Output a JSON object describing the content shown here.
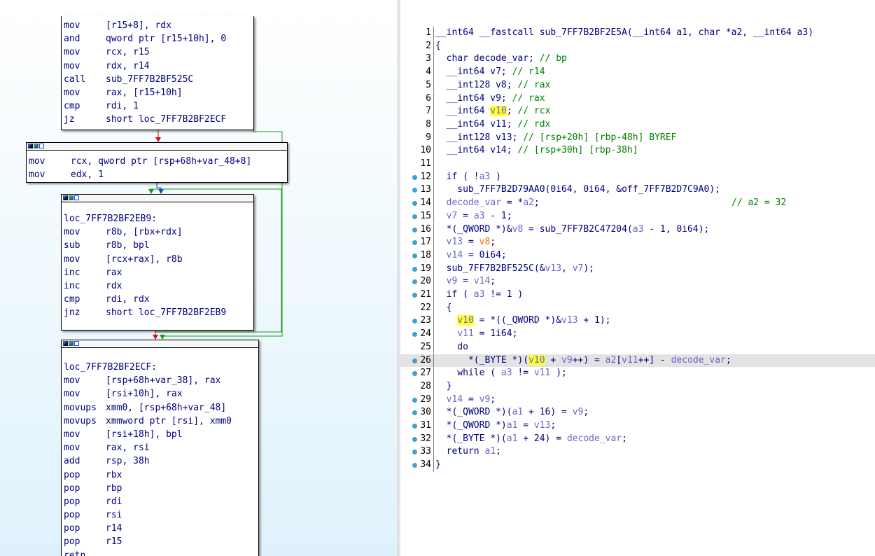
{
  "graph": {
    "node1": {
      "lines": [
        {
          "mn": "mov",
          "op": "[r15+8], rdx"
        },
        {
          "mn": "and",
          "op": "qword ptr [r15+10h], 0"
        },
        {
          "mn": "mov",
          "op": "rcx, r15"
        },
        {
          "mn": "mov",
          "op": "rdx, r14"
        },
        {
          "mn": "call",
          "op": "sub_7FF7B2BF525C"
        },
        {
          "mn": "mov",
          "op": "rax, [r15+10h]"
        },
        {
          "mn": "cmp",
          "op": "rdi, 1"
        },
        {
          "mn": "jz",
          "op": "short loc_7FF7B2BF2ECF"
        }
      ]
    },
    "node2": {
      "lines": [
        {
          "mn": "mov",
          "op": "rcx, qword ptr [rsp+68h+var_48+8]"
        },
        {
          "mn": "mov",
          "op": "edx, 1"
        }
      ]
    },
    "node3": {
      "label": "loc_7FF7B2BF2EB9:",
      "lines": [
        {
          "mn": "mov",
          "op": "r8b, [rbx+rdx]"
        },
        {
          "mn": "sub",
          "op": "r8b, bpl"
        },
        {
          "mn": "mov",
          "op": "[rcx+rax], r8b"
        },
        {
          "mn": "inc",
          "op": "rax"
        },
        {
          "mn": "inc",
          "op": "rdx"
        },
        {
          "mn": "cmp",
          "op": "rdi, rdx"
        },
        {
          "mn": "jnz",
          "op": "short loc_7FF7B2BF2EB9"
        }
      ]
    },
    "node4": {
      "label": "loc_7FF7B2BF2ECF:",
      "lines": [
        {
          "mn": "mov",
          "op": "[rsp+68h+var_38], rax"
        },
        {
          "mn": "mov",
          "op": "[rsi+10h], rax"
        },
        {
          "mn": "movups",
          "op": "xmm0, [rsp+68h+var_48]"
        },
        {
          "mn": "movups",
          "op": "xmmword ptr [rsi], xmm0"
        },
        {
          "mn": "mov",
          "op": "[rsi+18h], bpl"
        },
        {
          "mn": "mov",
          "op": "rax, rsi"
        },
        {
          "mn": "add",
          "op": "rsp, 38h"
        },
        {
          "mn": "pop",
          "op": "rbx"
        },
        {
          "mn": "pop",
          "op": "rbp"
        },
        {
          "mn": "pop",
          "op": "rdi"
        },
        {
          "mn": "pop",
          "op": "rsi"
        },
        {
          "mn": "pop",
          "op": "r14"
        },
        {
          "mn": "pop",
          "op": "r15"
        },
        {
          "mn": "retn",
          "op": ""
        }
      ]
    }
  },
  "pseudocode": {
    "lines": [
      {
        "n": "1",
        "code": "__int64 __fastcall sub_7FF7B2BF2E5A(__int64 a1, char *a2, __int64 a3)",
        "bp": false
      },
      {
        "n": "2",
        "code": "{",
        "bp": false
      },
      {
        "n": "3",
        "code": "  char decode_var; // bp",
        "bp": false
      },
      {
        "n": "4",
        "code": "  __int64 v7; // r14",
        "bp": false
      },
      {
        "n": "5",
        "code": "  __int128 v8; // rax",
        "bp": false
      },
      {
        "n": "6",
        "code": "  __int64 v9; // rax",
        "bp": false
      },
      {
        "n": "7",
        "code": "  __int64 v10; // rcx",
        "bp": false
      },
      {
        "n": "8",
        "code": "  __int64 v11; // rdx",
        "bp": false
      },
      {
        "n": "9",
        "code": "  __int128 v13; // [rsp+20h] [rbp-48h] BYREF",
        "bp": false
      },
      {
        "n": "10",
        "code": "  __int64 v14; // [rsp+30h] [rbp-38h]",
        "bp": false
      },
      {
        "n": "11",
        "code": "",
        "bp": false
      },
      {
        "n": "12",
        "code": "  if ( !a3 )",
        "bp": true
      },
      {
        "n": "13",
        "code": "    sub_7FF7B2D79AA0(0i64, 0i64, &off_7FF7B2D7C9A0);",
        "bp": true
      },
      {
        "n": "14",
        "code": "  decode_var = *a2;",
        "bp": true,
        "comment": "// a2 = 32"
      },
      {
        "n": "15",
        "code": "  v7 = a3 - 1;",
        "bp": true
      },
      {
        "n": "16",
        "code": "  *(_QWORD *)&v8 = sub_7FF7B2C47204(a3 - 1, 0i64);",
        "bp": true
      },
      {
        "n": "17",
        "code": "  v13 = v8;",
        "bp": true
      },
      {
        "n": "18",
        "code": "  v14 = 0i64;",
        "bp": true
      },
      {
        "n": "19",
        "code": "  sub_7FF7B2BF525C(&v13, v7);",
        "bp": true
      },
      {
        "n": "20",
        "code": "  v9 = v14;",
        "bp": true
      },
      {
        "n": "21",
        "code": "  if ( a3 != 1 )",
        "bp": true
      },
      {
        "n": "22",
        "code": "  {",
        "bp": false
      },
      {
        "n": "23",
        "code": "    v10 = *((_QWORD *)&v13 + 1);",
        "bp": true
      },
      {
        "n": "24",
        "code": "    v11 = 1i64;",
        "bp": true
      },
      {
        "n": "25",
        "code": "    do",
        "bp": false
      },
      {
        "n": "26",
        "code": "      *(_BYTE *)(v10 + v9++) = a2[v11++] - decode_var;",
        "bp": true,
        "current": true
      },
      {
        "n": "27",
        "code": "    while ( a3 != v11 );",
        "bp": true
      },
      {
        "n": "28",
        "code": "  }",
        "bp": false
      },
      {
        "n": "29",
        "code": "  v14 = v9;",
        "bp": true
      },
      {
        "n": "30",
        "code": "  *(_QWORD *)(a1 + 16) = v9;",
        "bp": true
      },
      {
        "n": "31",
        "code": "  *(_QWORD *)a1 = v13;",
        "bp": true
      },
      {
        "n": "32",
        "code": "  *(_BYTE *)(a1 + 24) = decode_var;",
        "bp": true
      },
      {
        "n": "33",
        "code": "  return a1;",
        "bp": true
      },
      {
        "n": "34",
        "code": "}",
        "bp": true
      }
    ],
    "highlight_token": "v10",
    "colors": {
      "keyword": "#000080",
      "variable": "#6666cc",
      "comment": "#008000",
      "number": "#008000",
      "changed_var": "#f07000",
      "highlight": "#ffff30",
      "breakpoint": "#3c9fd8"
    }
  }
}
